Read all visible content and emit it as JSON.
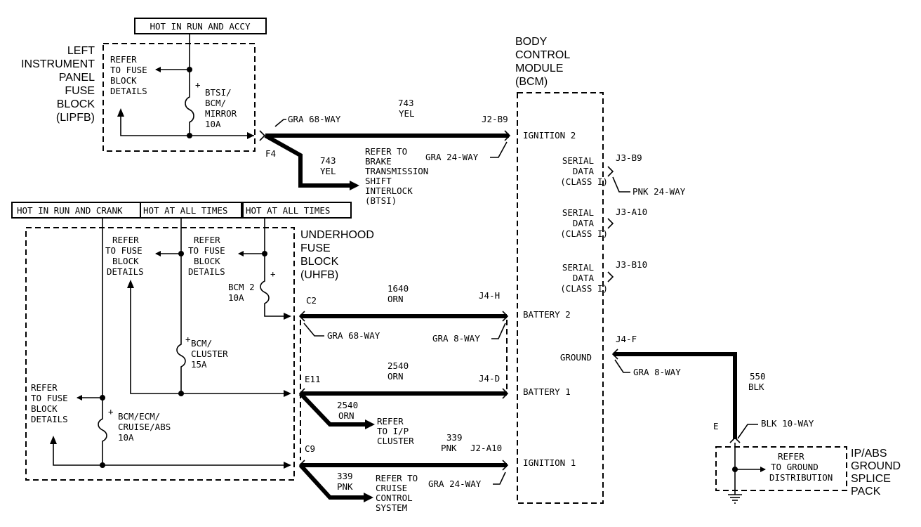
{
  "lipfb": {
    "name": [
      "LEFT",
      "INSTRUMENT",
      "PANEL",
      "FUSE",
      "BLOCK",
      "(LIPFB)"
    ],
    "refer": [
      "REFER",
      "TO FUSE",
      "BLOCK",
      "DETAILS"
    ],
    "fuse": [
      "BTSI/",
      "BCM/",
      "MIRROR",
      "10A"
    ],
    "fuse_plus": "+",
    "pin": "F4"
  },
  "bcm": {
    "name": [
      "BODY",
      "CONTROL",
      "MODULE",
      "(BCM)"
    ],
    "ignition2": "IGNITION 2",
    "serial1": [
      "SERIAL",
      "DATA",
      "(CLASS I)"
    ],
    "serial2": [
      "SERIAL",
      "DATA",
      "(CLASS I)"
    ],
    "serial3": [
      "SERIAL",
      "DATA",
      "(CLASS I)"
    ],
    "battery2": "BATTERY 2",
    "ground": "GROUND",
    "battery1": "BATTERY 1",
    "ignition1": "IGNITION 1"
  },
  "uhfb": {
    "name": [
      "UNDERHOOD",
      "FUSE",
      "BLOCK",
      "(UHFB)"
    ],
    "refer_a": [
      "REFER",
      "TO FUSE",
      "BLOCK",
      "DETAILS"
    ],
    "refer_b": [
      "REFER",
      "TO FUSE",
      "BLOCK",
      "DETAILS"
    ],
    "refer_c": [
      "REFER",
      "TO FUSE",
      "BLOCK",
      "DETAILS"
    ],
    "fuse_bcm2": [
      "BCM 2",
      "10A"
    ],
    "fuse_cluster": [
      "BCM/",
      "CLUSTER",
      "15A"
    ],
    "fuse_cruise": [
      "BCM/ECM/",
      "CRUISE/ABS",
      "10A"
    ],
    "fuse_plus": "+",
    "pins": {
      "c2": "C2",
      "e11": "E11",
      "c9": "C9"
    }
  },
  "power_boxes": {
    "top": "HOT IN RUN AND ACCY",
    "left": "HOT IN RUN AND CRANK",
    "mid": "HOT AT ALL TIMES",
    "right": "HOT AT ALL TIMES"
  },
  "wires": {
    "w743": {
      "circuit": "743",
      "color": "YEL",
      "pin": "J2-B9",
      "conn_a": "GRA 68-WAY",
      "conn_b": "GRA 24-WAY"
    },
    "w743_branch": {
      "circuit": "743",
      "color": "YEL",
      "dest": [
        "REFER TO",
        "BRAKE",
        "TRANSMISSION",
        "SHIFT",
        "INTERLOCK",
        "(BTSI)"
      ]
    },
    "j3b9": {
      "pin": "J3-B9",
      "conn": "PNK 24-WAY"
    },
    "j3a10": {
      "pin": "J3-A10"
    },
    "j3b10": {
      "pin": "J3-B10"
    },
    "w1640": {
      "circuit": "1640",
      "color": "ORN",
      "pin": "J4-H",
      "conn_a": "GRA 68-WAY",
      "conn_b": "GRA 8-WAY"
    },
    "w2540": {
      "circuit": "2540",
      "color": "ORN",
      "pin": "J4-D"
    },
    "w2540_branch": {
      "circuit": "2540",
      "color": "ORN",
      "dest": [
        "REFER",
        "TO I/P",
        "CLUSTER"
      ]
    },
    "w339": {
      "circuit": "339",
      "color": "PNK",
      "pin": "J2-A10",
      "conn": "GRA 24-WAY"
    },
    "w339_branch": {
      "circuit": "339",
      "color": "PNK",
      "dest": [
        "REFER TO",
        "CRUISE",
        "CONTROL",
        "SYSTEM"
      ]
    },
    "w550": {
      "circuit": "550",
      "color": "BLK",
      "pin": "J4-F",
      "conn": "GRA 8-WAY",
      "pin_e": "E",
      "conn_e": "BLK 10-WAY"
    }
  },
  "ground_pack": {
    "name": [
      "IP/ABS",
      "GROUND",
      "SPLICE",
      "PACK"
    ],
    "refer": [
      "REFER",
      "TO GROUND",
      "DISTRIBUTION"
    ]
  }
}
